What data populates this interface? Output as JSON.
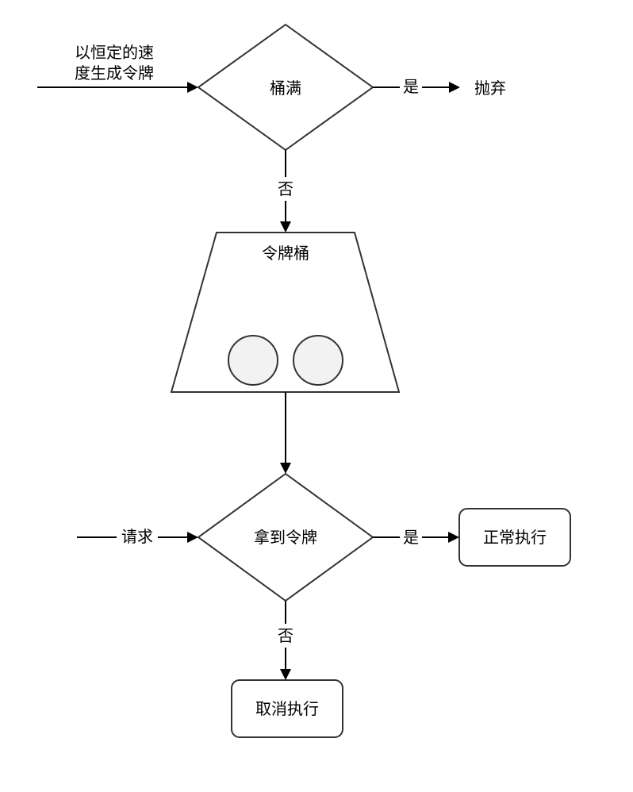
{
  "diagram": {
    "nodes": {
      "bucket_full": {
        "label": "桶满"
      },
      "token_bucket": {
        "label": "令牌桶"
      },
      "get_token": {
        "label": "拿到令牌"
      },
      "normal_exec": {
        "label": "正常执行"
      },
      "cancel_exec": {
        "label": "取消执行"
      },
      "discard": {
        "label": "抛弃"
      }
    },
    "source_text": {
      "rate_line1": "以恒定的速",
      "rate_line2": "度生成令牌"
    },
    "edge_labels": {
      "full_yes": "是",
      "full_no": "否",
      "request": "请求",
      "got_yes": "是",
      "got_no": "否"
    },
    "tokens": [
      {
        "name": "token"
      },
      {
        "name": "token"
      }
    ],
    "colors": {
      "stroke": "#333333",
      "arrow": "#000000",
      "token_fill": "#f2f2f2",
      "background": "#ffffff"
    }
  }
}
